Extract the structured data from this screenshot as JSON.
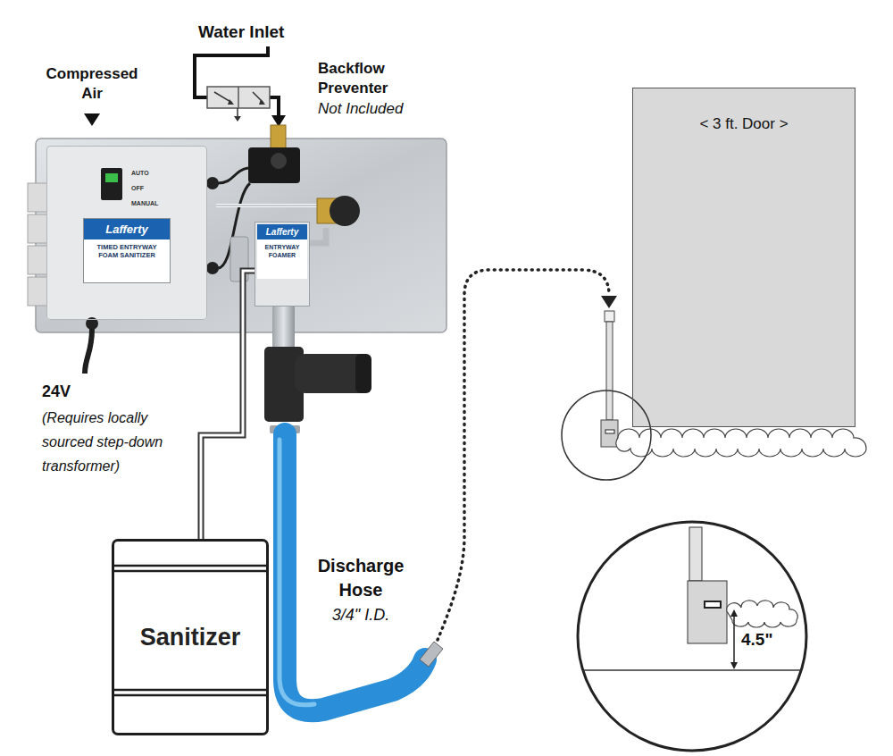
{
  "diagram": {
    "nodes": [
      {
        "text": [
          "AUTO",
          "OFF",
          "MANUAL"
        ]
      },
      {
        "text": [
          "Lafferty",
          "TIMED ENTRYWAY FOAM SANITIZER"
        ],
        "in": 0
      },
      {
        "text": [
          "Lafferty",
          "ENTRYWAY FOAMER"
        ]
      },
      {
        "text": [
          "Sanitizer"
        ]
      },
      {
        "text": [
          "< 3 ft. Door >"
        ]
      }
    ],
    "edges": [
      {
        "from": 3,
        "to": 2,
        "arrow": "none"
      }
    ],
    "labels": [
      "Water Inlet",
      "Backflow Preventer",
      "Not Included",
      "Compressed Air",
      "24V",
      "(Requires locally sourced step-down transformer)",
      "Discharge Hose",
      "3/4\" I.D.",
      "4.5\""
    ]
  }
}
